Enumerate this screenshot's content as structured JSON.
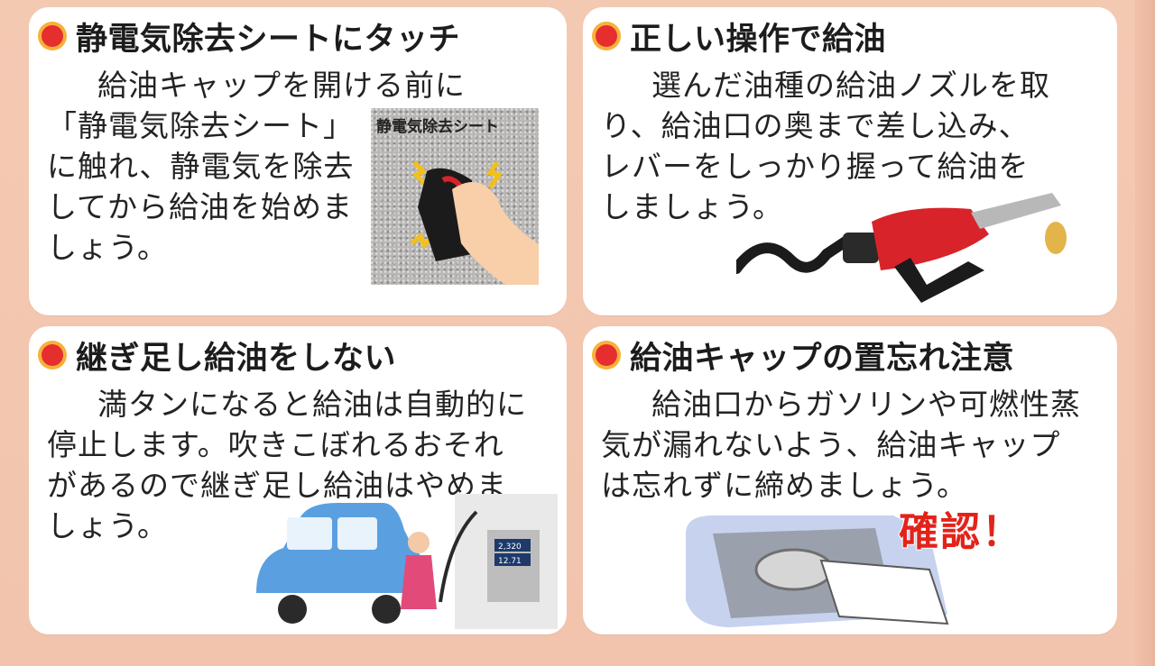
{
  "cards": [
    {
      "title": "静電気除去シートにタッチ",
      "lines": [
        "給油キャップを開ける前に",
        "「静電気除去シート」",
        "に触れ、静電気を除去",
        "してから給油を始めま",
        "しょう。"
      ],
      "image_label": "静電気除去シート"
    },
    {
      "title": "正しい操作で給油",
      "lines": [
        "選んだ油種の給油ノズルを取",
        "り、給油口の奥まで差し込み、",
        "レバーをしっかり握って給油を",
        "しましょう。"
      ]
    },
    {
      "title": "継ぎ足し給油をしない",
      "lines": [
        "満タンになると給油は自動的に",
        "停止します。吹きこぼれるおそれ",
        "があるので継ぎ足し給油はやめま",
        "しょう。"
      ],
      "pump_display": [
        "2,320",
        "12.71"
      ]
    },
    {
      "title": "給油キャップの置忘れ注意",
      "lines": [
        "給油口からガソリンや可燃性蒸",
        "気が漏れないよう、給油キャップ",
        "は忘れずに締めましょう。"
      ],
      "stamp": "確認！"
    }
  ],
  "colors": {
    "bullet": "#e62e2e",
    "bullet_ring": "#f7b13a",
    "nozzle": "#d8232a",
    "car": "#5aa0e0"
  },
  "icons": [
    "bullet-dot-icon",
    "static-touch-hand-icon",
    "fuel-nozzle-icon",
    "car-at-pump-icon",
    "fuel-cap-check-icon"
  ]
}
